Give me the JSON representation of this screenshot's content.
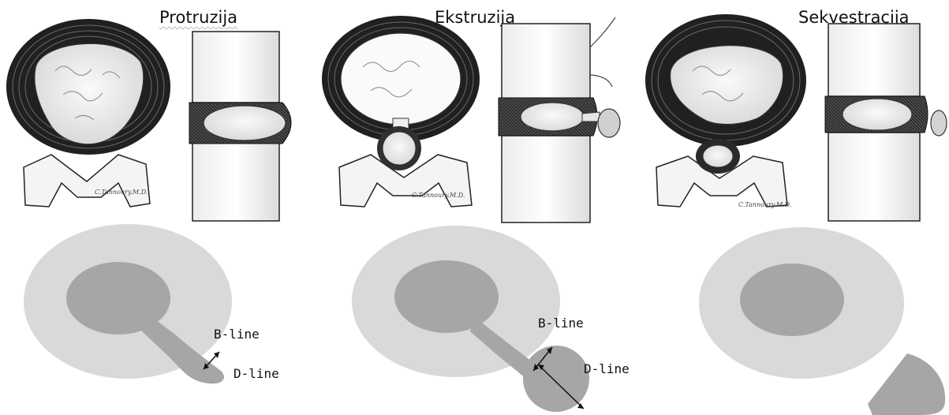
{
  "panels": [
    {
      "title": "Protruzija",
      "signature": "C.Tannoury.M.D.",
      "labels": {
        "b_line": "B-line",
        "d_line": "D-line"
      }
    },
    {
      "title": "Ekstruzija",
      "signature": "C.Tannoury.M.D.",
      "labels": {
        "b_line": "B-line",
        "d_line": "D-line"
      }
    },
    {
      "title": "Sekvestracija",
      "signature": "C.Tannoury.M.D."
    }
  ],
  "colors": {
    "annulus": "#d9d9d9",
    "nucleus": "#a6a6a6",
    "ink": "#1a1a1a",
    "shade": "#3a3a3a"
  }
}
